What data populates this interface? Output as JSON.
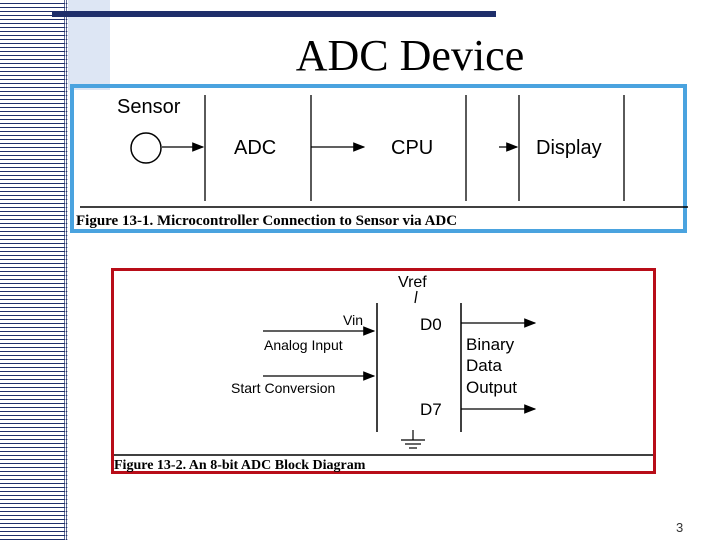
{
  "slide": {
    "title": "ADC Device",
    "page_number": "3"
  },
  "figure1": {
    "blocks": [
      "Sensor",
      "ADC",
      "CPU",
      "Display"
    ],
    "caption": "Figure 13-1. Microcontroller Connection to Sensor via ADC"
  },
  "figure2": {
    "vref": "Vref",
    "vin": "Vin",
    "analog_input": "Analog Input",
    "start_conversion": "Start Conversion",
    "d0": "D0",
    "d7": "D7",
    "binary_line1": "Binary",
    "binary_line2": "Data",
    "binary_line3": "Output",
    "caption": "Figure 13-2. An 8-bit ADC Block Diagram"
  },
  "colors": {
    "accent_blue": "#4aa3df",
    "accent_red": "#b80d18",
    "navy": "#1f2f6b"
  }
}
